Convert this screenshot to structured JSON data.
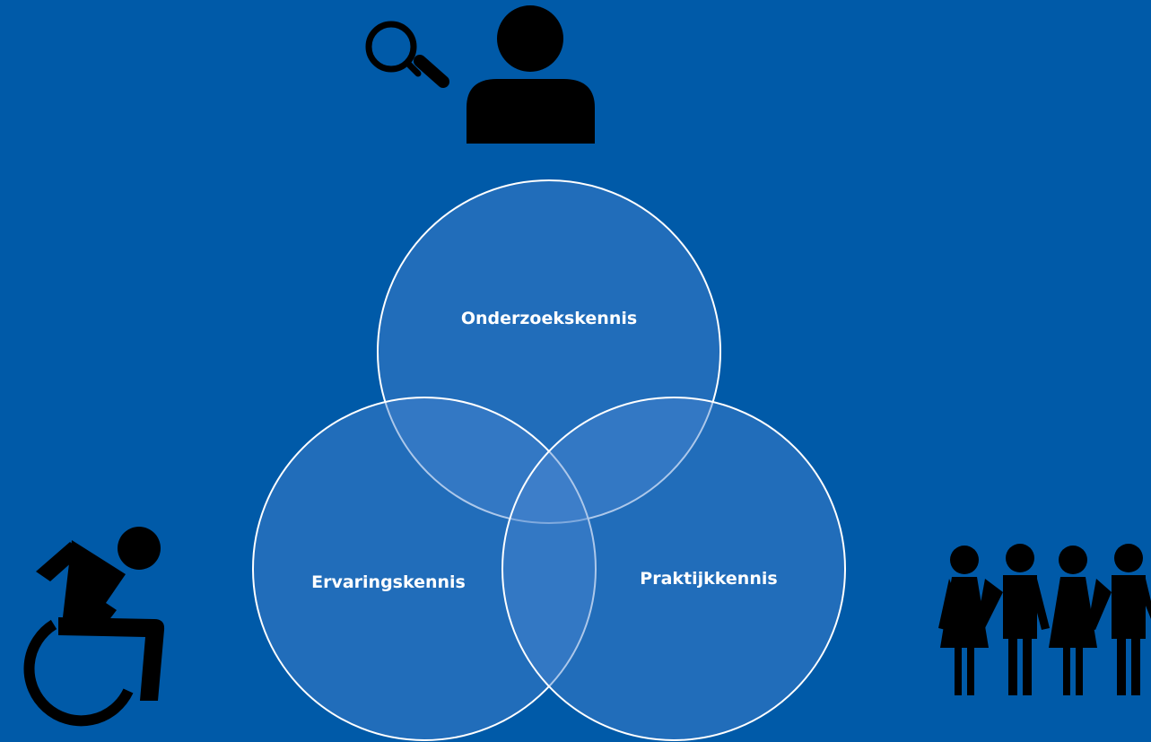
{
  "background_color": "#005aa8",
  "circle_fill": "#4a86d0",
  "circle_stroke": "#ffffff",
  "icon_color": "#000000",
  "icons": {
    "top": [
      "magnifier-icon",
      "person-icon"
    ],
    "bottom_left": "wheelchair-user-icon",
    "bottom_right": "group-of-people-icon"
  },
  "venn": {
    "sets": [
      {
        "id": "research",
        "label": "Onderzoekskennis"
      },
      {
        "id": "experience",
        "label": "Ervaringskennis"
      },
      {
        "id": "practice",
        "label": "Praktijkkennis"
      }
    ]
  }
}
